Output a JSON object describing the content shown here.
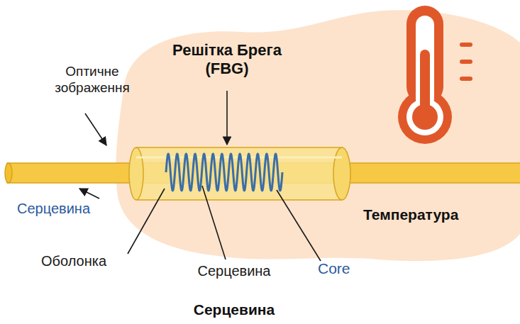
{
  "diagram": {
    "caption": "Серцевина",
    "labels": [
      "Решітка Брега (FBG)",
      "Оптичне зображення",
      "Серцевина",
      "Оболонка",
      "Серцевина",
      "Core",
      "Температура"
    ]
  }
}
